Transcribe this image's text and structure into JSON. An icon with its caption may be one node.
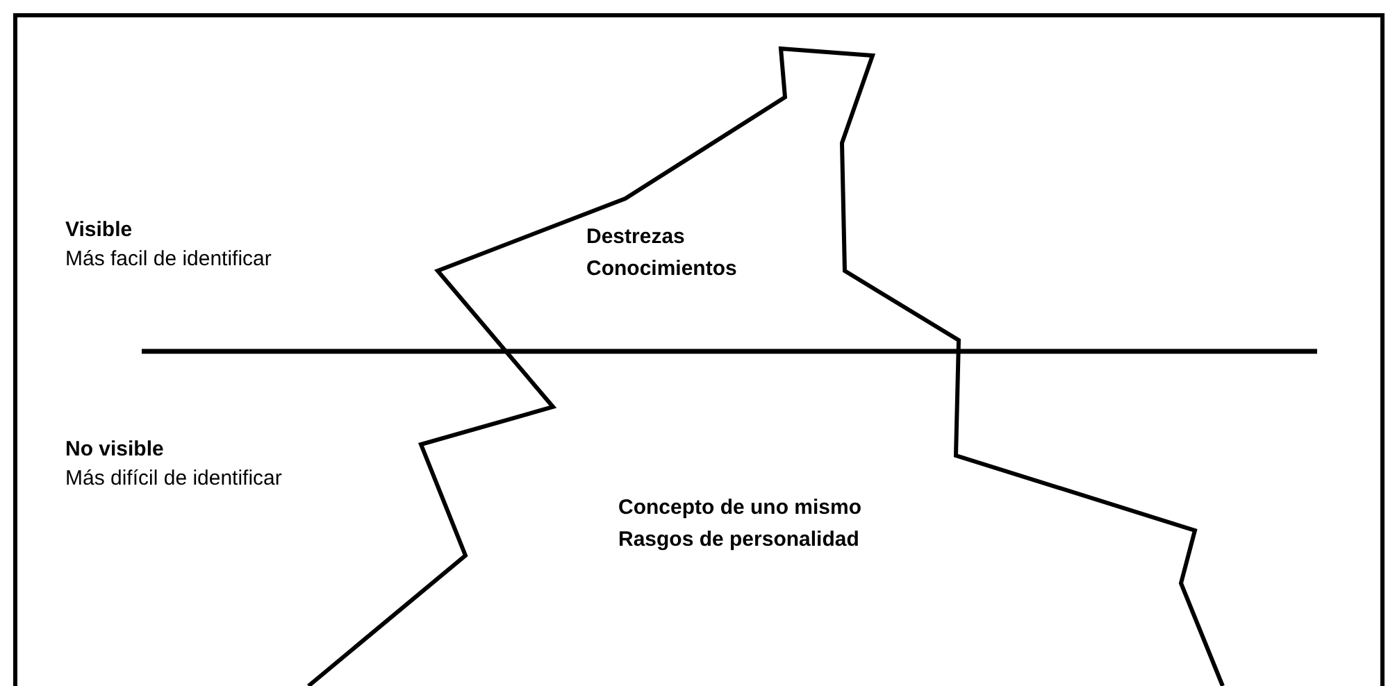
{
  "diagram": {
    "labels": [
      "Visible",
      "Más facil de identificar",
      "Destrezas",
      "Conocimientos",
      "No visible",
      "Más difícil de identificar",
      "Concepto de uno mismo",
      "Rasgos de personalidad"
    ]
  }
}
